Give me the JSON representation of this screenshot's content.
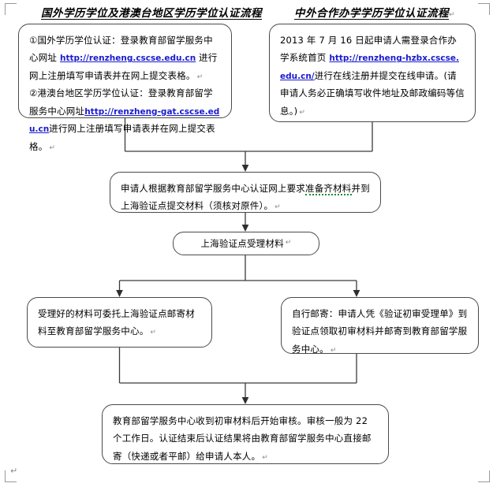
{
  "document": {
    "type": "flowchart",
    "end_paragraph_mark": "↵",
    "corner_marks": 4
  },
  "titles": {
    "left": "国外学历学位及港澳台地区学历学位认证流程",
    "right": "中外合作办学学历学位认证流程",
    "right_mark": "↵"
  },
  "boxes": {
    "abroad": {
      "item1_prefix": "①国外学历学位认证：登录教育部留学服务中心网址 ",
      "item1_link": "http://renzheng.cscse.edu.cn",
      "item1_suffix": " 进行网上注册填写申请表并在网上提交表格。",
      "item1_mark": "↵",
      "item2_prefix": "②港澳台地区学历学位认证：登录教育部留学服务中心网址",
      "item2_link": "http://renzheng-gat.cscse.edu.cn",
      "item2_suffix": "进行网上注册填写申请表并在网上提交表格。",
      "item2_mark": "↵"
    },
    "joint": {
      "prefix": "2013 年 7 月 16 日起申请人需登录合作办学系统首页 ",
      "link": "http://renzheng-hzbx.cscse.edu.cn/",
      "suffix": "进行在线注册并提交在线申请。(请申请人务必正确填写收件地址及邮政编码等信息。)",
      "mark": "↵"
    },
    "prepare": {
      "part1": "申请人根据教育部留学服务中心认证网上要求",
      "part2_spellcheck": "准备齐材料",
      "part3": "并到上海验证点提交材料（须核对原件）。",
      "mark": "↵"
    },
    "accept": {
      "text": "上海验证点受理材料",
      "mark": "↵"
    },
    "entrust": {
      "text": "受理好的材料可委托上海验证点邮寄材料至教育部留学服务中心。",
      "mark": "↵"
    },
    "selfmail": {
      "text": "自行邮寄：申请人凭《验证初审受理单》到验证点领取初审材料并邮寄到教育部留学服务中心。",
      "mark": "↵"
    },
    "review": {
      "text": "教育部留学服务中心收到初审材料后开始审核。审核一般为 22 个工作日。认证结束后认证结果将由教育部留学服务中心直接邮寄（快递或者平邮）给申请人本人。",
      "mark": "↵"
    }
  },
  "colors": {
    "link": "#1a1ad0",
    "box_border": "#4a4a4a",
    "connector": "#3a3a3a",
    "spellcheck_underline": "#1f8a2f",
    "mark_gray": "#8a8a8a",
    "background": "#ffffff"
  },
  "flow": {
    "merge_top": "abroad + joint → prepare",
    "chain": "prepare → accept",
    "split": "accept → entrust | selfmail",
    "merge_bottom": "entrust + selfmail → review"
  }
}
